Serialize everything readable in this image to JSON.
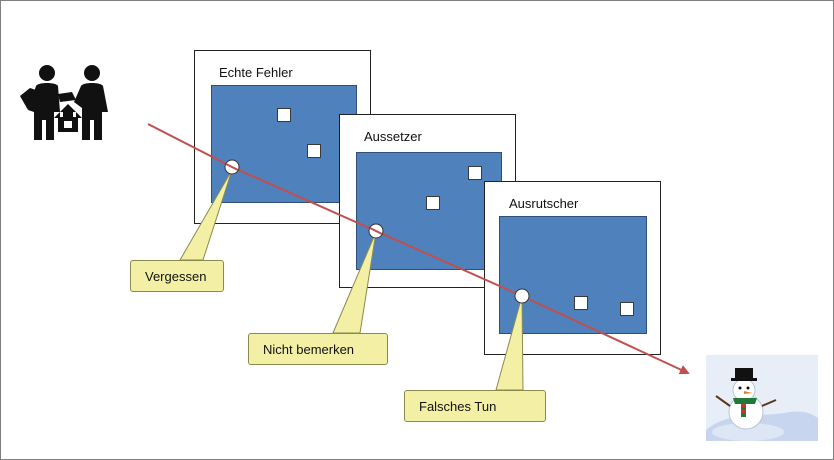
{
  "panels": [
    {
      "title": "Echte Fehler"
    },
    {
      "title": "Aussetzer"
    },
    {
      "title": "Ausrutscher"
    }
  ],
  "callouts": [
    {
      "label": "Vergessen"
    },
    {
      "label": "Nicht bemerken"
    },
    {
      "label": "Falsches Tun"
    }
  ],
  "icons": {
    "start": "people-handshake-house-icon",
    "end": "snowman-icon"
  },
  "colors": {
    "panel_blue": "#4f81bd",
    "arrow_red": "#c0504d",
    "callout_fill": "#f3f0a6"
  }
}
